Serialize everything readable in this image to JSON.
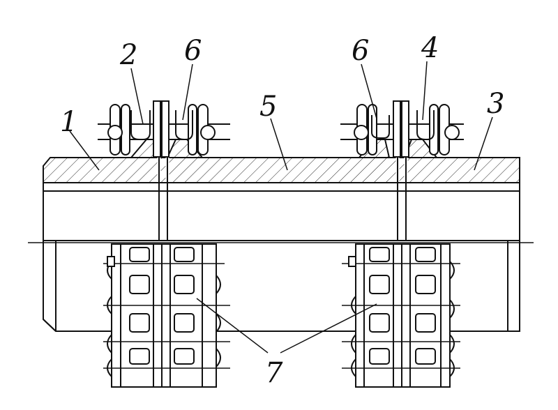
{
  "labels": {
    "l1": "1",
    "l2": "2",
    "l3": "3",
    "l4": "4",
    "l5": "5",
    "l6a": "6",
    "l6b": "6",
    "l7": "7"
  },
  "colors": {
    "line": "#111111",
    "background": "#ffffff"
  }
}
